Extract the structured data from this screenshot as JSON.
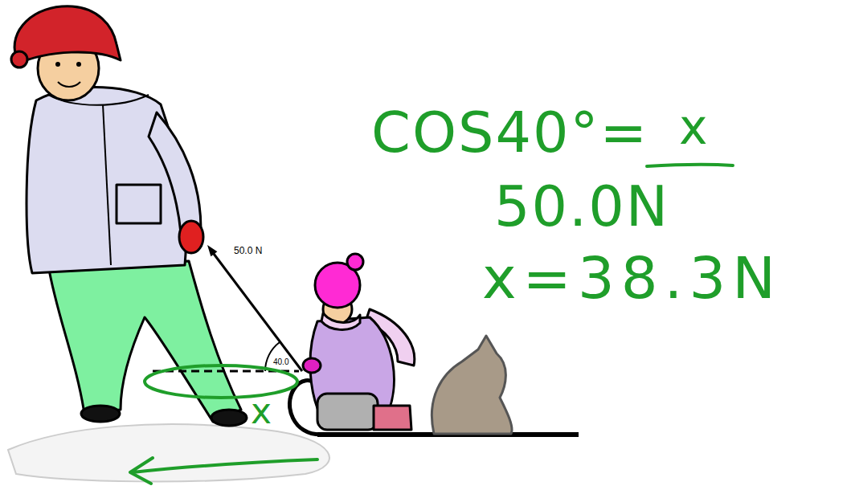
{
  "diagram": {
    "labels": [
      "50.0 N",
      "40.0",
      "COS40°=",
      "x",
      "50.0N",
      "x=38.3N",
      "x"
    ]
  }
}
